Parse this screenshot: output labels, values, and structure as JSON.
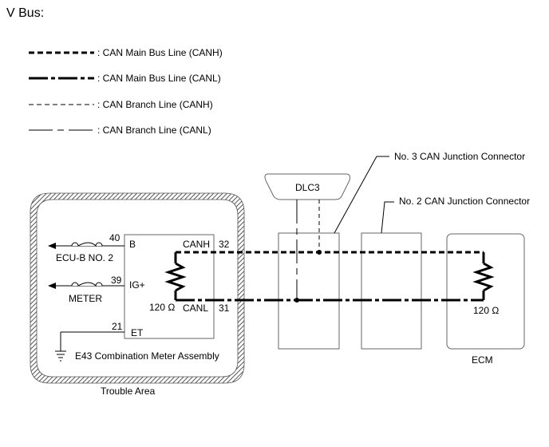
{
  "title": "V Bus:",
  "legend": [
    {
      "style": "main-canh",
      "label": ": CAN Main Bus Line (CANH)"
    },
    {
      "style": "main-canl",
      "label": ": CAN Main Bus Line (CANL)"
    },
    {
      "style": "branch-canh",
      "label": ": CAN Branch Line (CANH)"
    },
    {
      "style": "branch-canl",
      "label": ": CAN Branch Line (CANL)"
    }
  ],
  "dlc": "DLC3",
  "junction_3": "No. 3 CAN Junction Connector",
  "junction_2": "No. 2 CAN Junction Connector",
  "meter": {
    "pin_b_num": "40",
    "pin_b": "B",
    "pin_ig_num": "39",
    "pin_ig": "IG+",
    "pin_et_num": "21",
    "pin_et": "ET",
    "canh": "CANH",
    "canh_num": "32",
    "canl": "CANL",
    "canl_num": "31",
    "resistor": "120 Ω",
    "fuse_b": "ECU-B NO. 2",
    "fuse_ig": "METER",
    "assembly": "E43  Combination Meter Assembly"
  },
  "ecm": {
    "label": "ECM",
    "resistor": "120 Ω"
  },
  "trouble_area": "Trouble Area",
  "colors": {
    "line": "#000000",
    "hatch": "#555555",
    "box": "#666666"
  }
}
